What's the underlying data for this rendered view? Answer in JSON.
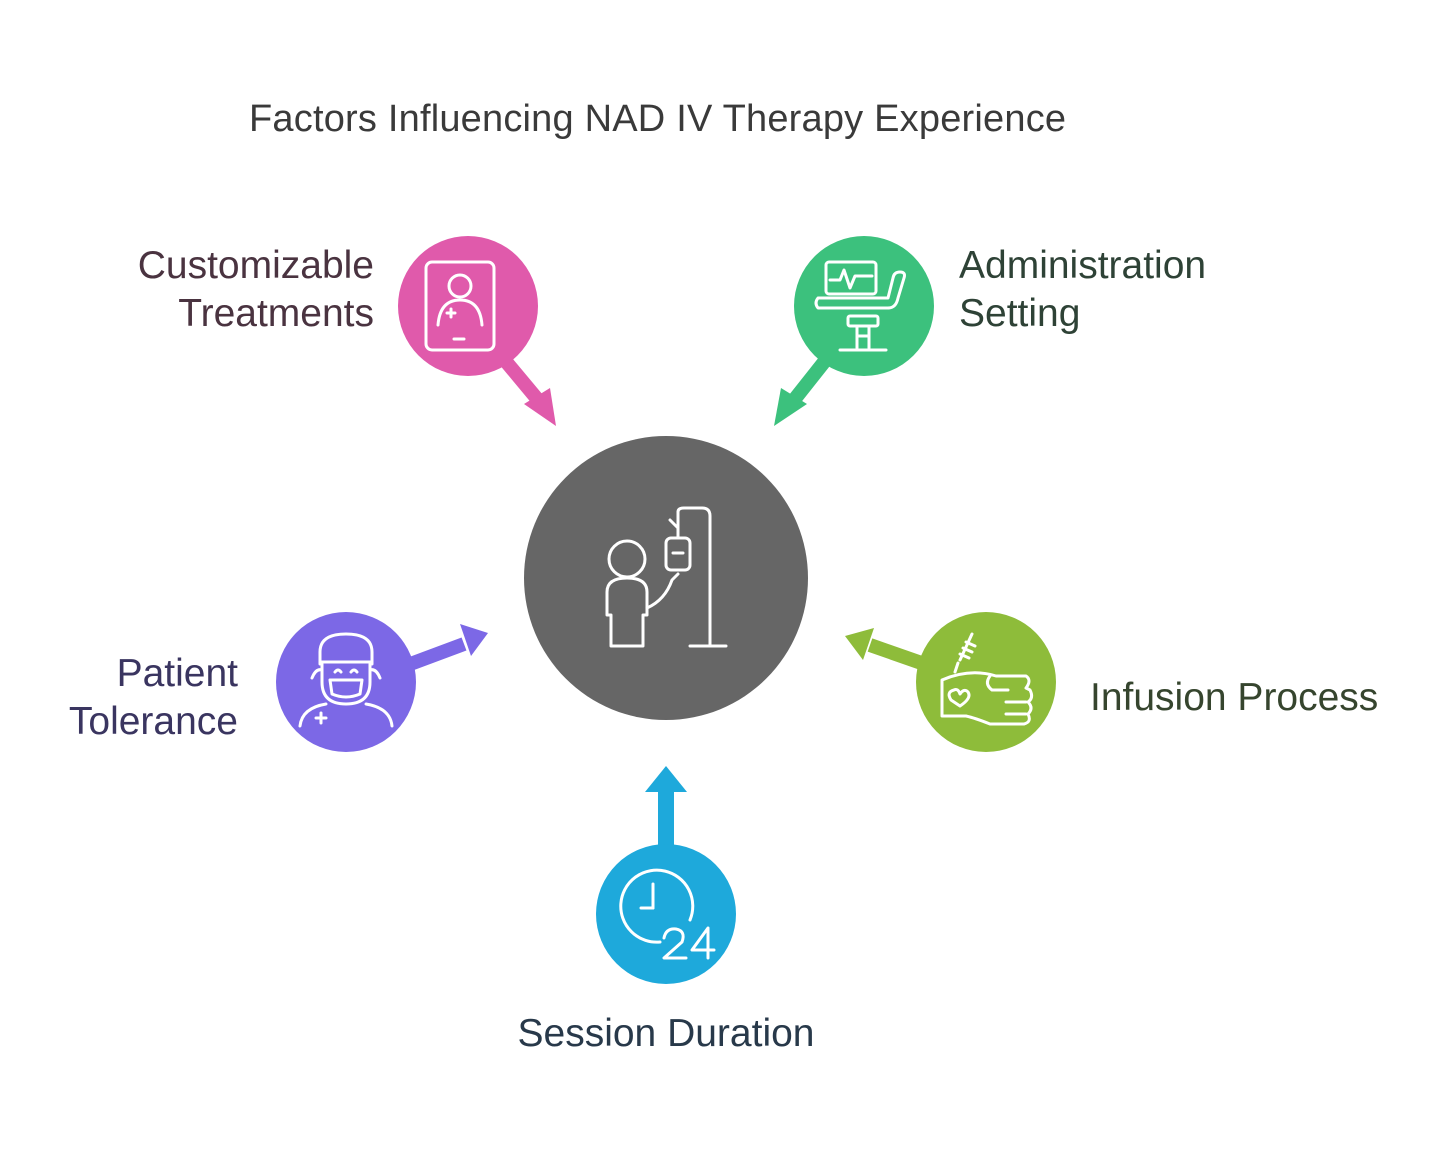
{
  "title": "Factors Influencing NAD IV Therapy Experience",
  "center": {
    "icon": "patient-iv-drip-icon",
    "color": "#666666"
  },
  "factors": [
    {
      "id": "customizable",
      "label_lines": [
        "Customizable",
        "Treatments"
      ],
      "icon": "patient-profile-tablet-icon",
      "color": "#e05aab"
    },
    {
      "id": "administration",
      "label_lines": [
        "Administration",
        "Setting"
      ],
      "icon": "medical-chair-monitor-icon",
      "color": "#3cc17d"
    },
    {
      "id": "patient",
      "label_lines": [
        "Patient",
        "Tolerance"
      ],
      "icon": "masked-patient-icon",
      "color": "#7c68e6"
    },
    {
      "id": "infusion",
      "label_lines": [
        "Infusion Process"
      ],
      "icon": "syringe-hand-icon",
      "color": "#8ebc3a"
    },
    {
      "id": "session",
      "label_lines": [
        "Session Duration"
      ],
      "icon": "clock-24-icon",
      "color": "#1ea9db"
    }
  ]
}
